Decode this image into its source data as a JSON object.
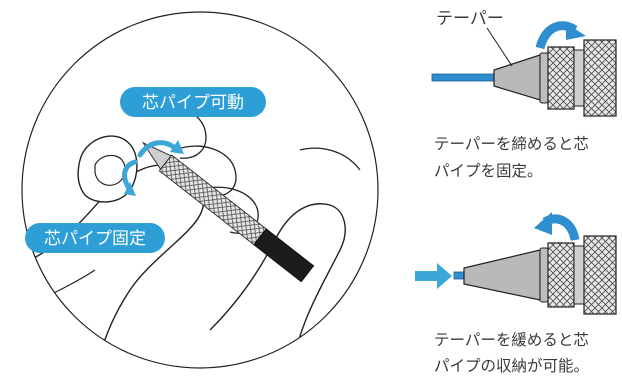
{
  "left_panel": {
    "label_move": "芯パイプ可動",
    "label_fix": "芯パイプ固定"
  },
  "top_panel": {
    "taper_label": "テーパー",
    "caption_line1": "テーパーを締めると芯",
    "caption_line2": "パイプを固定。"
  },
  "bottom_panel": {
    "caption_line1": "テーパーを緩めると芯",
    "caption_line2": "パイプの収納が可能。"
  },
  "colors": {
    "accent_blue": "#3aa7d8",
    "pill_blue": "#2e9fd6",
    "metal_gray": "#b9b9b9",
    "lead_blue": "#2f8ed0",
    "outline": "#222222"
  }
}
